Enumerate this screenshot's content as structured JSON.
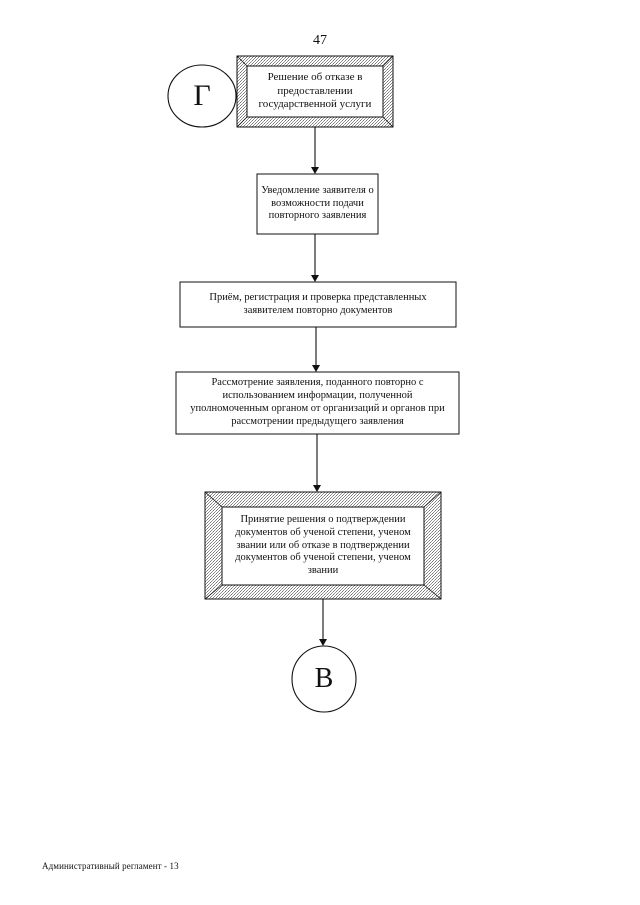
{
  "page": {
    "number": "47",
    "footer": "Административный регламент - 13"
  },
  "connectors": {
    "top": "Г",
    "bottom": "В"
  },
  "steps": [
    {
      "text": "Решение об отказе в предоставлении государственной услуги"
    },
    {
      "text": "Уведомление заявителя о возможности подачи повторного заявления"
    },
    {
      "text": "Приём, регистрация и проверка представленных заявителем повторно документов"
    },
    {
      "text": "Рассмотрение заявления, поданного повторно с использованием информации, полученной уполномоченным органом от организаций и органов при рассмотрении предыдущего заявления"
    },
    {
      "text": "Принятие решения о подтверждении документов об ученой степени, ученом звании или об отказе в подтверждении документов об ученой степени, ученом звании"
    }
  ]
}
